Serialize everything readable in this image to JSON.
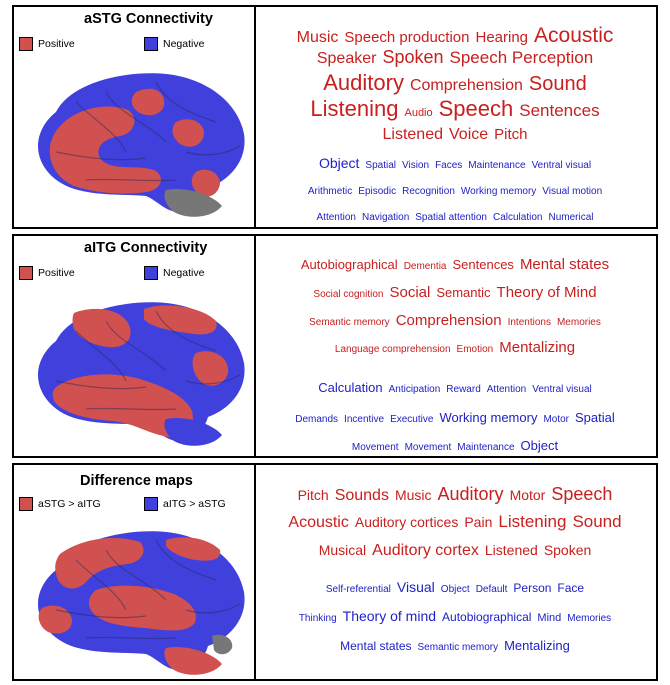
{
  "colors": {
    "positive": "#d0514f",
    "negative": "#4040dc",
    "word_red": "#c8201f",
    "word_blue": "#1f22c6"
  },
  "panels": [
    {
      "title": "aSTG Connectivity",
      "legend": [
        "Positive",
        "Negative"
      ],
      "lines": [
        [
          [
            "Music",
            "red",
            16
          ],
          [
            "Speech production",
            "red",
            15
          ],
          [
            "Hearing",
            "red",
            15
          ],
          [
            "Acoustic",
            "red",
            21
          ]
        ],
        [
          [
            "Speaker",
            "red",
            16
          ],
          [
            "Spoken",
            "red",
            18
          ],
          [
            "Speech Perception",
            "red",
            17
          ]
        ],
        [
          [
            "Auditory",
            "red",
            22
          ],
          [
            "Comprehension",
            "red",
            16
          ],
          [
            "Sound",
            "red",
            20
          ]
        ],
        [
          [
            "Listening",
            "red",
            22
          ],
          [
            "Audio",
            "red",
            11
          ],
          [
            "Speech",
            "red",
            22
          ],
          [
            "Sentences",
            "red",
            17
          ]
        ],
        [
          [
            "Listened",
            "red",
            16
          ],
          [
            "Voice",
            "red",
            16
          ],
          [
            "Pitch",
            "red",
            15
          ]
        ],
        [
          [
            "Object",
            "blue",
            14
          ],
          [
            "Spatial",
            "blue",
            10
          ],
          [
            "Vision",
            "blue",
            10
          ],
          [
            "Faces",
            "blue",
            10
          ],
          [
            "Maintenance",
            "blue",
            10
          ],
          [
            "Ventral visual",
            "blue",
            10
          ]
        ],
        [
          [
            "Arithmetic",
            "blue",
            10
          ],
          [
            "Episodic",
            "blue",
            10
          ],
          [
            "Recognition",
            "blue",
            10
          ],
          [
            "Working memory",
            "blue",
            10
          ],
          [
            "Visual motion",
            "blue",
            10
          ]
        ],
        [
          [
            "Attention",
            "blue",
            10
          ],
          [
            "Navigation",
            "blue",
            10
          ],
          [
            "Spatial attention",
            "blue",
            10
          ],
          [
            "Calculation",
            "blue",
            10
          ],
          [
            "Numerical",
            "blue",
            10
          ]
        ]
      ]
    },
    {
      "title": "aITG Connectivity",
      "legend": [
        "Positive",
        "Negative"
      ],
      "lines": [
        [
          [
            "Autobiographical",
            "red",
            13
          ],
          [
            "Dementia",
            "red",
            10
          ],
          [
            "Sentences",
            "red",
            13
          ],
          [
            "Mental states",
            "red",
            15
          ]
        ],
        [
          [
            "Social cognition",
            "red",
            10
          ],
          [
            "Social",
            "red",
            15
          ],
          [
            "Semantic",
            "red",
            13
          ],
          [
            "Theory of Mind",
            "red",
            15
          ]
        ],
        [
          [
            "Semantic memory",
            "red",
            10
          ],
          [
            "Comprehension",
            "red",
            15
          ],
          [
            "Intentions",
            "red",
            10
          ],
          [
            "Memories",
            "red",
            10
          ]
        ],
        [
          [
            "Language comprehension",
            "red",
            10
          ],
          [
            "Emotion",
            "red",
            10
          ],
          [
            "Mentalizing",
            "red",
            15
          ]
        ],
        [
          [
            "Calculation",
            "blue",
            13
          ],
          [
            "Anticipation",
            "blue",
            10
          ],
          [
            "Reward",
            "blue",
            10
          ],
          [
            "Attention",
            "blue",
            10
          ],
          [
            "Ventral visual",
            "blue",
            10
          ]
        ],
        [
          [
            "Demands",
            "blue",
            10
          ],
          [
            "Incentive",
            "blue",
            10
          ],
          [
            "Executive",
            "blue",
            10
          ],
          [
            "Working memory",
            "blue",
            13
          ],
          [
            "Motor",
            "blue",
            10
          ],
          [
            "Spatial",
            "blue",
            13
          ]
        ],
        [
          [
            "Movement",
            "blue",
            10
          ],
          [
            "Movement",
            "blue",
            10
          ],
          [
            "Maintenance",
            "blue",
            10
          ],
          [
            "Object",
            "blue",
            13
          ]
        ]
      ]
    },
    {
      "title": "Difference maps",
      "legend": [
        "aSTG > aITG",
        "aITG > aSTG"
      ],
      "lines": [
        [
          [
            "Pitch",
            "red",
            14
          ],
          [
            "Sounds",
            "red",
            16
          ],
          [
            "Music",
            "red",
            14
          ],
          [
            "Auditory",
            "red",
            18
          ],
          [
            "Motor",
            "red",
            14
          ],
          [
            "Speech",
            "red",
            18
          ]
        ],
        [
          [
            "Acoustic",
            "red",
            16
          ],
          [
            "Auditory cortices",
            "red",
            14
          ],
          [
            "Pain",
            "red",
            14
          ],
          [
            "Listening",
            "red",
            17
          ],
          [
            "Sound",
            "red",
            17
          ]
        ],
        [
          [
            "Musical",
            "red",
            14
          ],
          [
            "Auditory cortex",
            "red",
            16
          ],
          [
            "Listened",
            "red",
            14
          ],
          [
            "Spoken",
            "red",
            14
          ]
        ],
        [
          [
            "Self-referential",
            "blue",
            10
          ],
          [
            "Visual",
            "blue",
            14
          ],
          [
            "Object",
            "blue",
            10
          ],
          [
            "Default",
            "blue",
            10
          ],
          [
            "Person",
            "blue",
            12
          ],
          [
            "Face",
            "blue",
            12
          ]
        ],
        [
          [
            "Thinking",
            "blue",
            10
          ],
          [
            "Theory of mind",
            "blue",
            14
          ],
          [
            "Autobiographical",
            "blue",
            12
          ],
          [
            "Mind",
            "blue",
            11
          ],
          [
            "Memories",
            "blue",
            10
          ]
        ],
        [
          [
            "Mental states",
            "blue",
            12
          ],
          [
            "Semantic memory",
            "blue",
            10
          ],
          [
            "Mentalizing",
            "blue",
            13
          ]
        ]
      ]
    }
  ]
}
